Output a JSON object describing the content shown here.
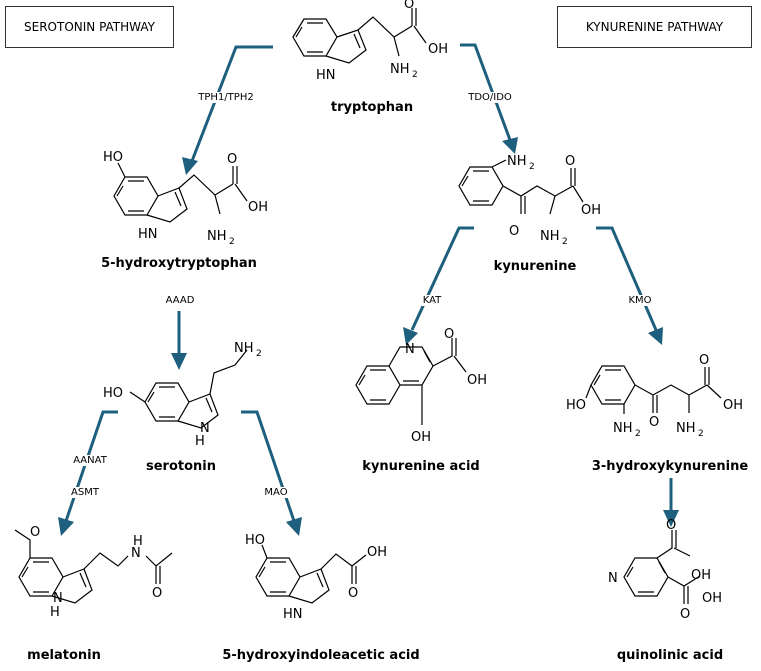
{
  "headers": {
    "serotonin_pathway": "SEROTONIN PATHWAY",
    "kynurenine_pathway": "KYNURENINE PATHWAY"
  },
  "molecules": {
    "tryptophan": "tryptophan",
    "hydroxytryptophan": "5-hydroxytryptophan",
    "serotonin": "serotonin",
    "melatonin": "melatonin",
    "hiaa": "5-hydroxyindoleacetic acid",
    "kynurenine": "kynurenine",
    "kynurenine_acid": "kynurenine acid",
    "hydroxykynurenine": "3-hydroxykynurenine",
    "quinolinic_acid": "quinolinic acid"
  },
  "enzymes": {
    "tph": "TPH1/TPH2",
    "tdo_ido": "TDO/IDO",
    "aaad": "AAAD",
    "kat": "KAT",
    "kmo": "KMO",
    "aanat": "AANAT",
    "asmt": "ASMT",
    "mao": "MAO"
  },
  "atoms": {
    "oh": "OH",
    "ho": "HO",
    "nh": "HN",
    "nh2": "NH",
    "sub2": "2",
    "n": "N",
    "h": "H",
    "o": "O",
    "h2n": "NH"
  },
  "colors": {
    "arrow": "#1d5f7c"
  }
}
